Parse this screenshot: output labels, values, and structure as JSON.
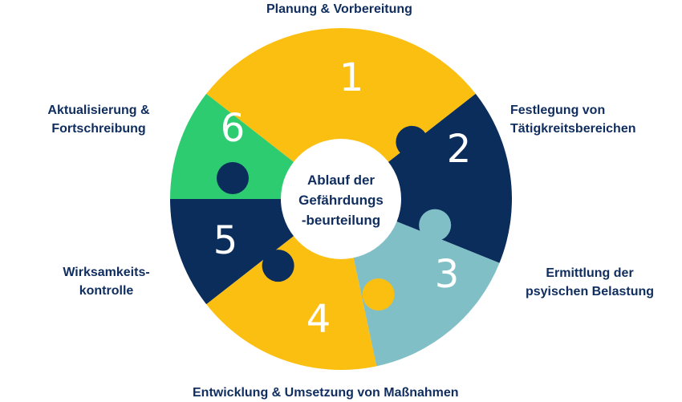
{
  "center_title": [
    "Ablauf der",
    "Gefährdungs",
    "-beurteilung"
  ],
  "steps": [
    {
      "number": "1",
      "label": [
        "Planung & Vorbereitung"
      ],
      "color": "#fbbf12"
    },
    {
      "number": "2",
      "label": [
        "Festlegung von",
        "Tätigkreitsbereichen"
      ],
      "color": "#0b2d5c"
    },
    {
      "number": "3",
      "label": [
        "Ermittlung der",
        "psyischen Belastung"
      ],
      "color": "#80bfc6"
    },
    {
      "number": "4",
      "label": [
        "Entwicklung & Umsetzung von Maßnahmen"
      ],
      "color": "#fbbf12"
    },
    {
      "number": "5",
      "label": [
        "Wirksamkeits-",
        "kontrolle"
      ],
      "color": "#0b2d5c"
    },
    {
      "number": "6",
      "label": [
        "Aktualisierung &",
        "Fortschreibung"
      ],
      "color": "#2ecc71"
    }
  ]
}
